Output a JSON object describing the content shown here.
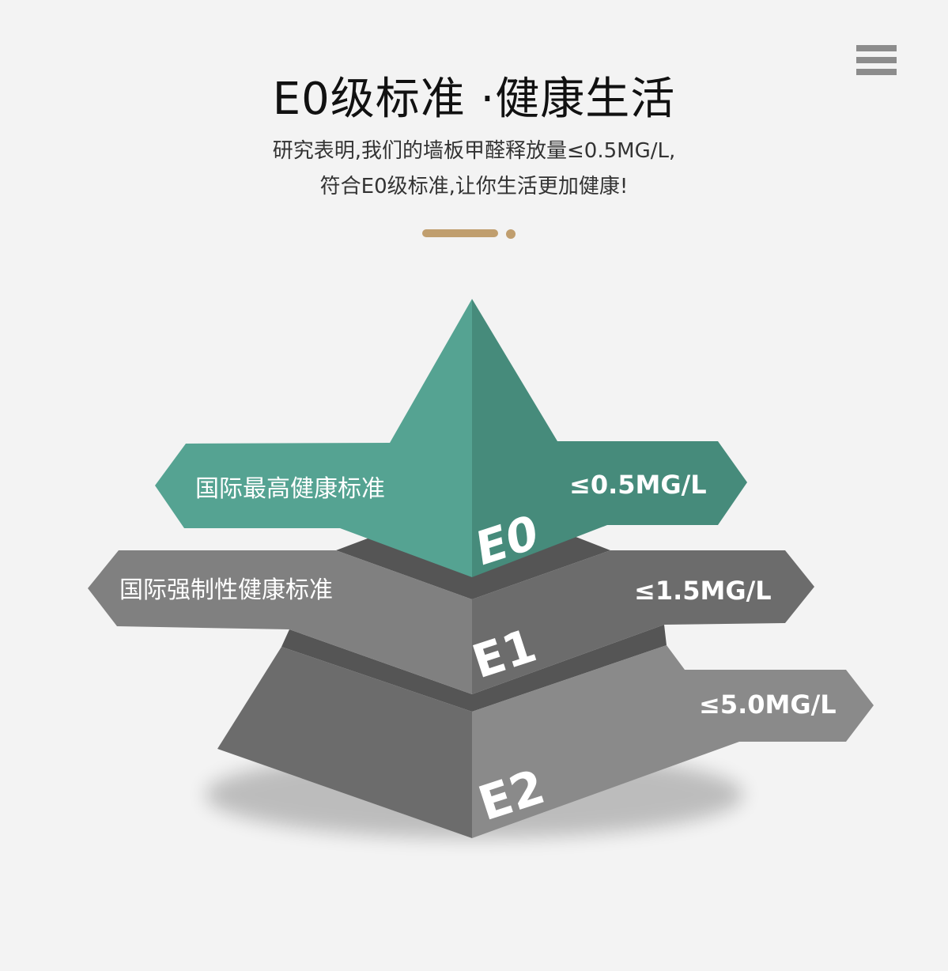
{
  "header": {
    "title": "E0级标准 ·健康生活",
    "subtitle_line1": "研究表明,我们的墙板甲醛释放量≤0.5MG/L,",
    "subtitle_line2": "符合E0级标准,让你生活更加健康!",
    "menu_icon": "hamburger-menu-icon"
  },
  "colors": {
    "accent": "#c09e6e",
    "e0_light": "#55a392",
    "e0_dark": "#468b7b",
    "e1_light": "#808080",
    "e1_dark": "#6c6c6c",
    "e2_light": "#8a8a8a",
    "e2_dark": "#6c6c6c"
  },
  "pyramid": {
    "e0": {
      "level": "E0",
      "desc": "国际最高健康标准",
      "limit": "≤0.5MG/L"
    },
    "e1": {
      "level": "E1",
      "desc": "国际强制性健康标准",
      "limit": "≤1.5MG/L"
    },
    "e2": {
      "level": "E2",
      "limit": "≤5.0MG/L"
    }
  }
}
